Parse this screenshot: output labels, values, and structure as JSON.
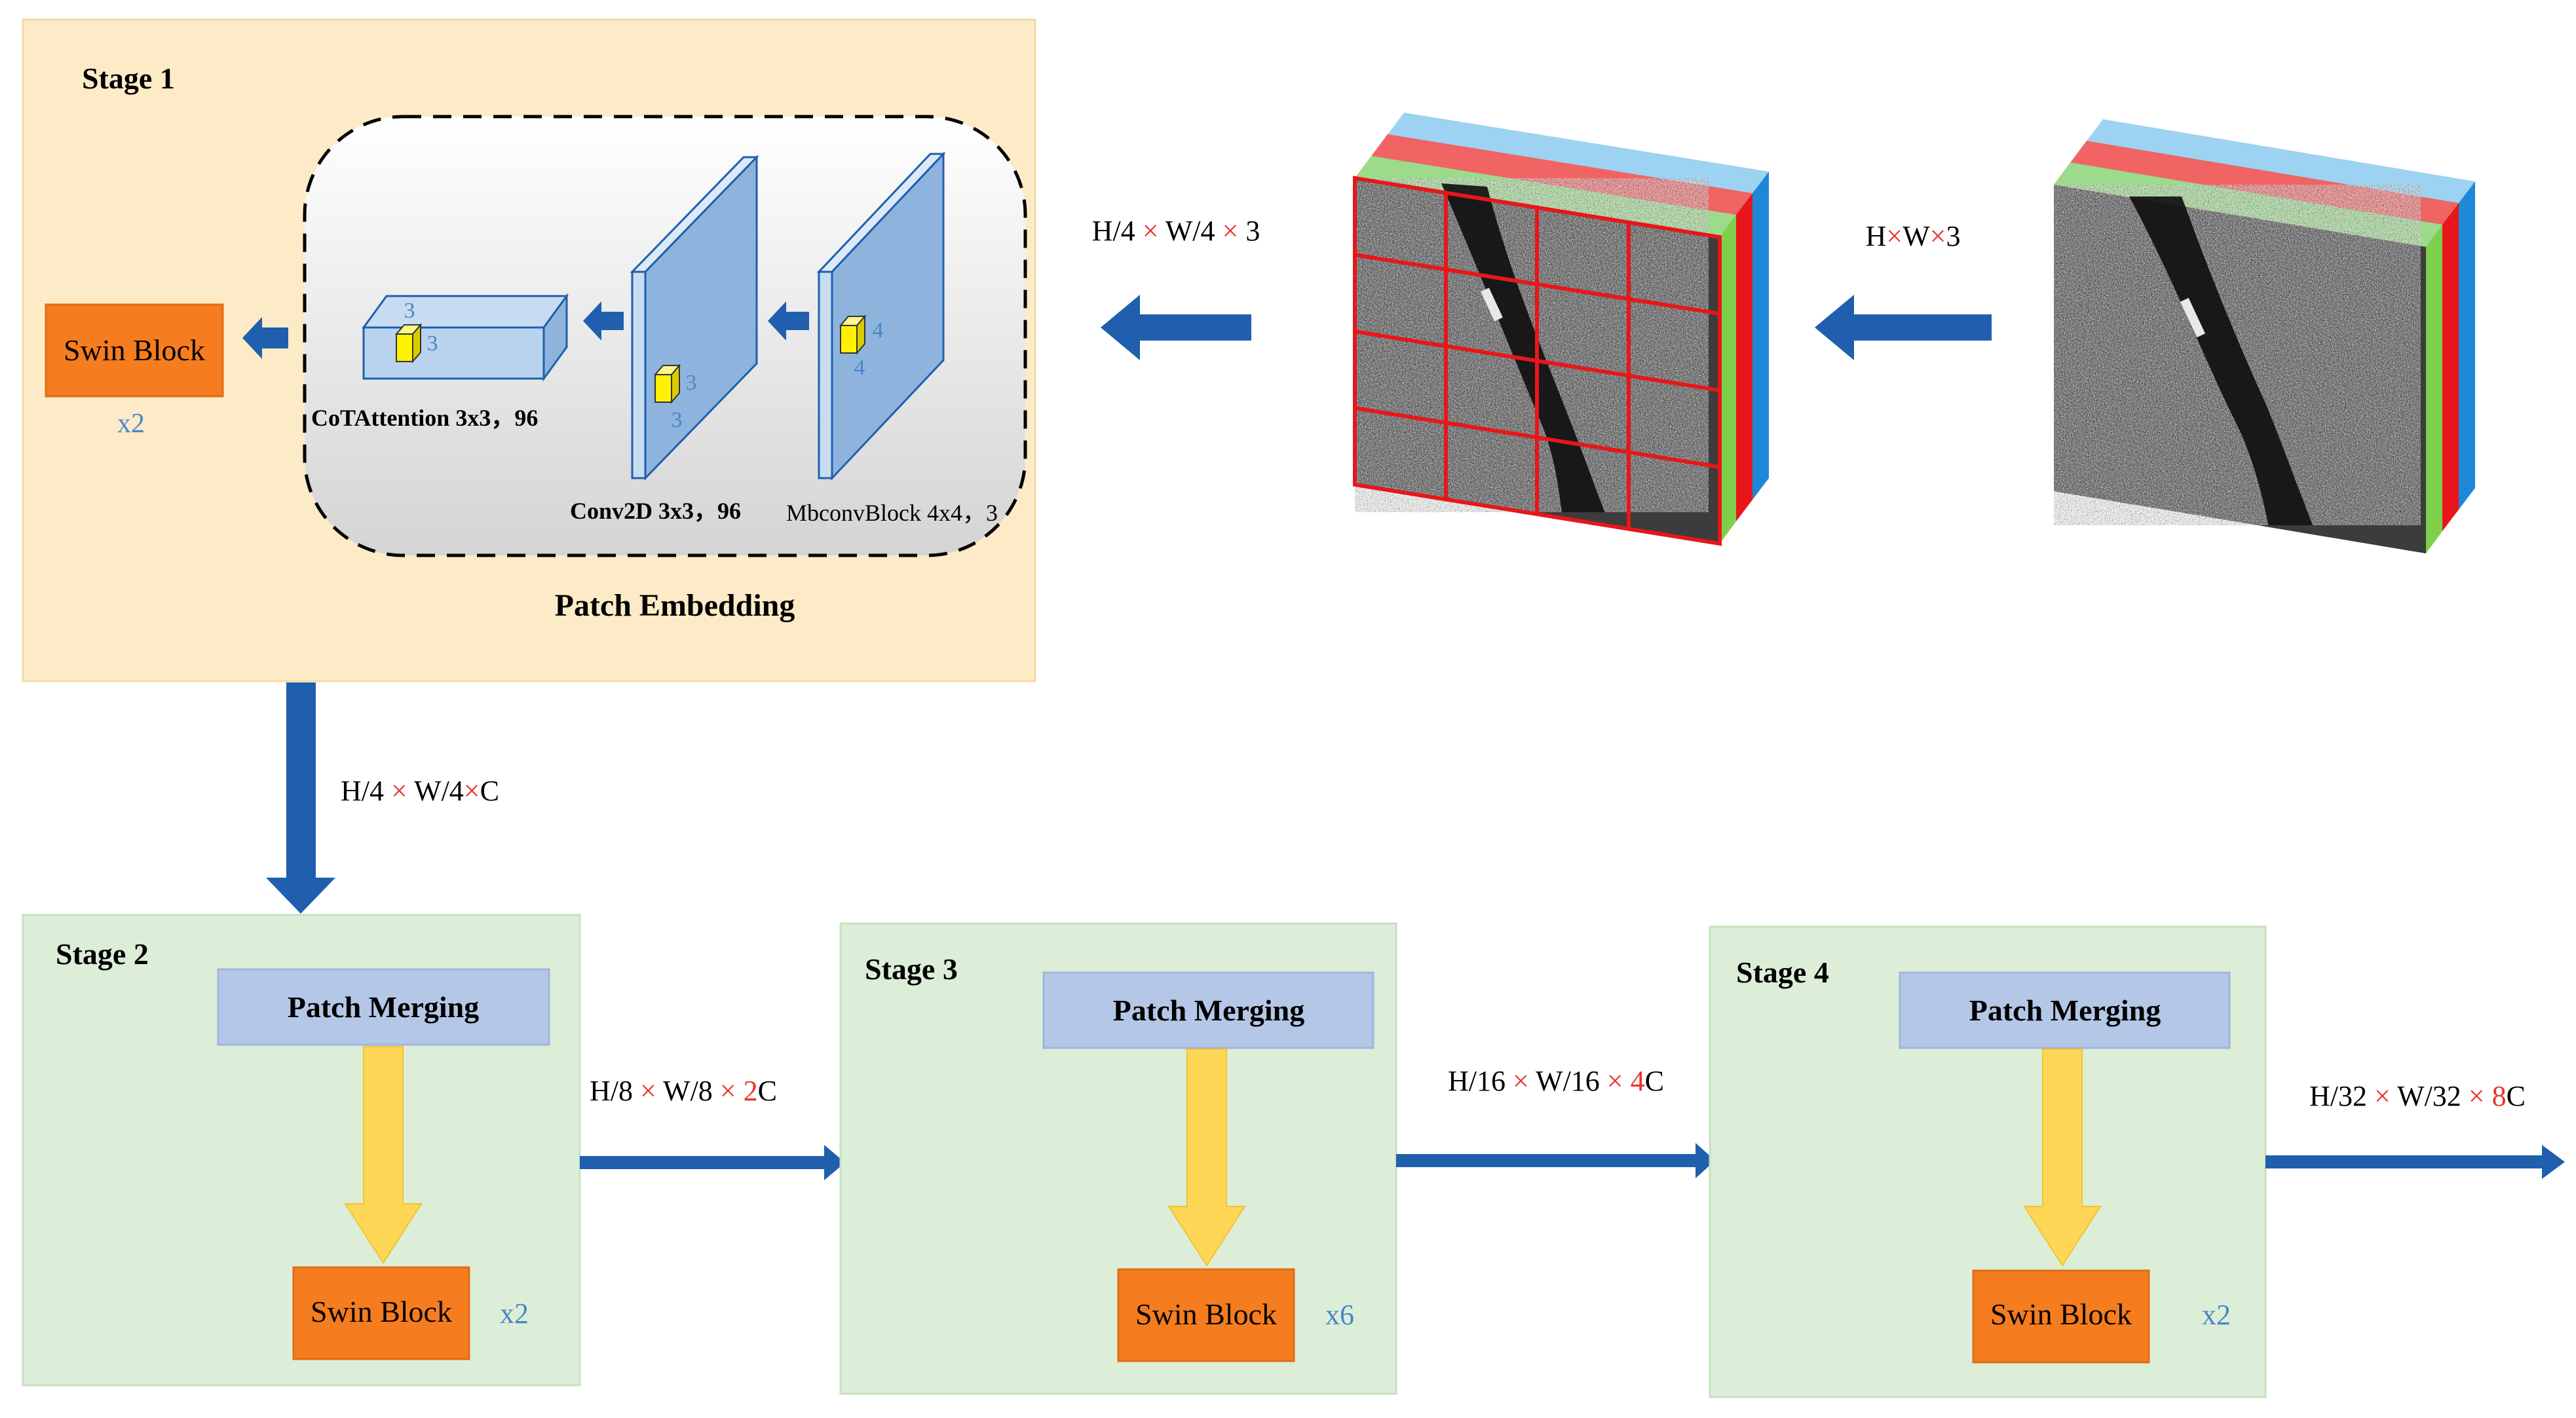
{
  "stage1": {
    "title": "Stage 1",
    "swin_label": "Swin Block",
    "swin_repeat": "x2",
    "patch_embedding_label": "Patch Embedding",
    "cot_label": "CoTAttention 3x3，96",
    "cot_kernel": [
      "3",
      "3"
    ],
    "conv_label": "Conv2D 3x3，96",
    "conv_kernel": [
      "3",
      "3"
    ],
    "mbconv_label": "MbconvBlock 4x4，3",
    "mbconv_kernel": [
      "4",
      "4"
    ]
  },
  "dims": {
    "input": {
      "a": "H",
      "x1": "×",
      "b": "W",
      "x2": "×",
      "c": "3"
    },
    "after_patch": {
      "a": "H/4 ",
      "x1": "×",
      "b": " W/4 ",
      "x2": "×",
      "c": " 3"
    },
    "stage1_out": {
      "a": "H/4 ",
      "x1": "×",
      "b": " W/4",
      "x2": "×",
      "c": "C"
    },
    "stage2_out": {
      "a": "H/8 ",
      "x1": "×",
      "b": " W/8 ",
      "x2": "×",
      "mult": " 2",
      "c": "C"
    },
    "stage3_out": {
      "a": "H/16 ",
      "x1": "×",
      "b": " W/16 ",
      "x2": "×",
      "mult": " 4",
      "c": "C"
    },
    "stage4_out": {
      "a": "H/32 ",
      "x1": "×",
      "b": " W/32 ",
      "x2": "×",
      "mult": " 8",
      "c": "C"
    }
  },
  "stages": [
    {
      "title": "Stage 2",
      "merge_label": "Patch Merging",
      "swin_label": "Swin Block",
      "repeat": "x2"
    },
    {
      "title": "Stage 3",
      "merge_label": "Patch Merging",
      "swin_label": "Swin Block",
      "repeat": "x6"
    },
    {
      "title": "Stage 4",
      "merge_label": "Patch Merging",
      "swin_label": "Swin Block",
      "repeat": "x2"
    }
  ],
  "colors": {
    "stage1_bg": "#FDEBC8",
    "stage_bg": "#DCEED8",
    "swin_block": "#F57C1F",
    "patch_merging": "#B4C7E7",
    "arrow_blue": "#1F5FAD",
    "arrow_yellow": "#FFD757",
    "repeat_text": "#4A86C8",
    "times_red": "#E8342C",
    "cube_face": "#8EB4DE",
    "kernel_yellow": "#FFF200"
  }
}
